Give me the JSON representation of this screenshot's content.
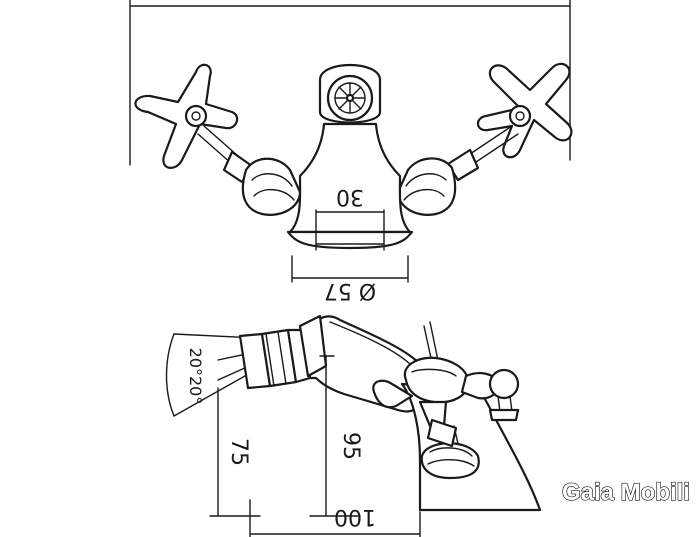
{
  "top_view": {
    "dim_spout_width": "30",
    "dim_base_diameter": "Ø 57"
  },
  "side_view": {
    "dim_left_height": "75",
    "dim_right_height": "95",
    "dim_spout_angle": "20°20°",
    "dim_depth": "100"
  },
  "brand": {
    "name": "Gaia Mobili"
  }
}
